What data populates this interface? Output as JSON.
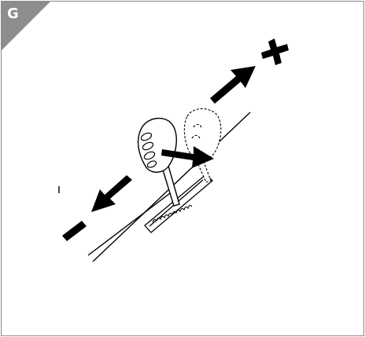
{
  "figure": {
    "step_letter": "G",
    "corner_color": "#8d8d8d",
    "line_color": "#000000",
    "symbols": {
      "increase": "plus-sign",
      "decrease": "minus-sign"
    }
  }
}
